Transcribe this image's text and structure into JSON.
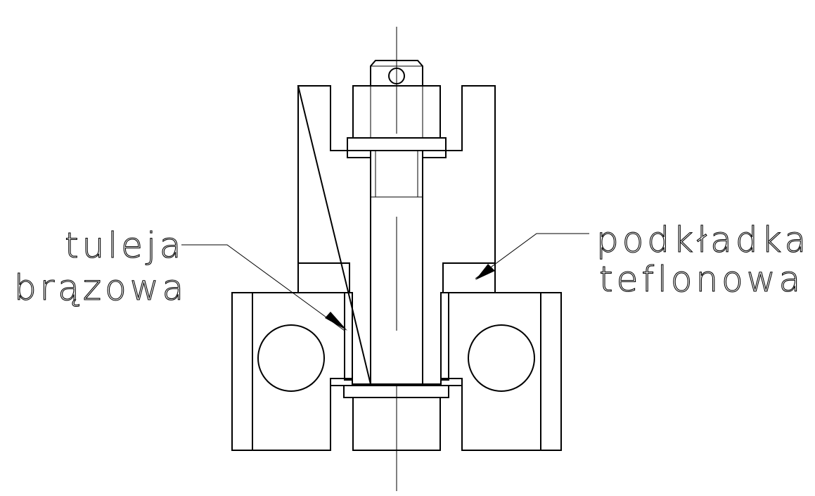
{
  "labels": {
    "left_line1": "tuleja",
    "left_line2": "brązowa",
    "right_line1": "podkładka",
    "right_line2": "teflonowa"
  },
  "colors": {
    "ink": "#000000",
    "paper": "#ffffff"
  }
}
